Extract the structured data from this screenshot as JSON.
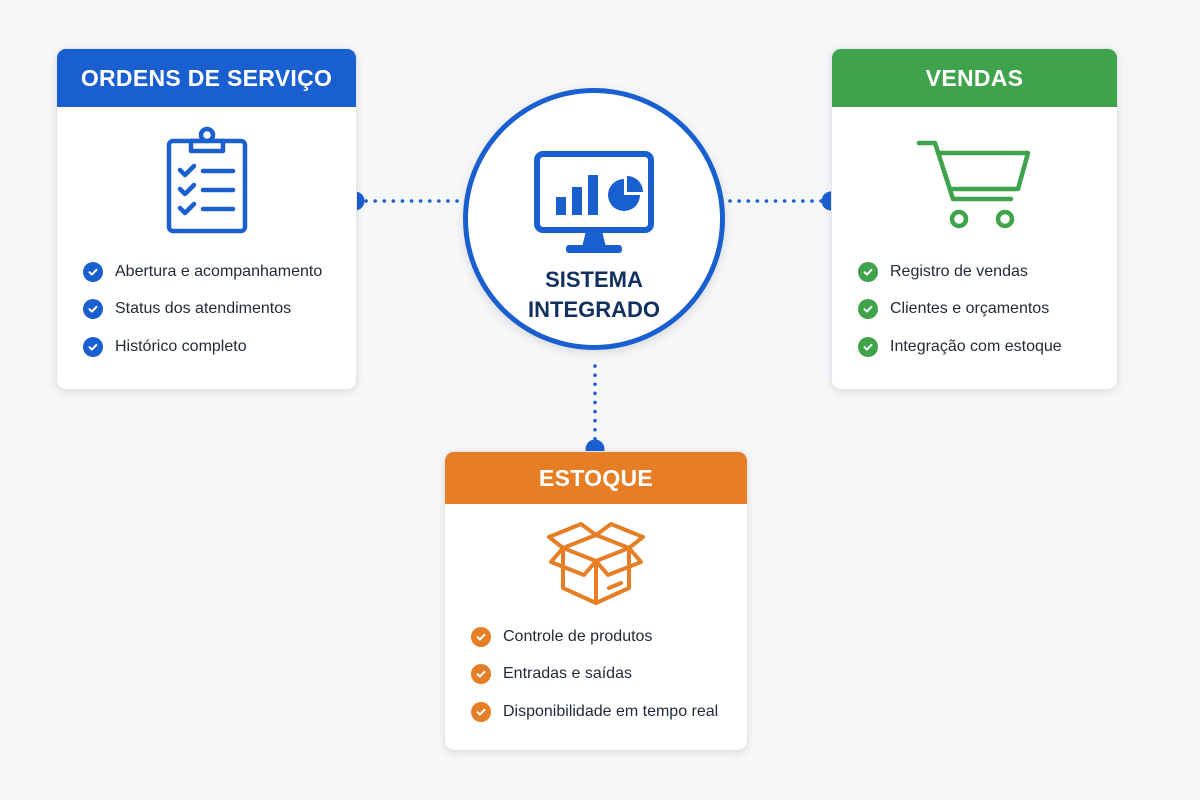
{
  "colors": {
    "blue": "#1a5fd0",
    "green": "#3ea34a",
    "orange": "#e57e25",
    "dark_text": "#12305e"
  },
  "center": {
    "icon": "monitor-chart-icon",
    "title_line1": "SISTEMA",
    "title_line2": "INTEGRADO"
  },
  "modules": {
    "ordens": {
      "title": "ORDENS DE SERVIÇO",
      "icon": "clipboard-checklist-icon",
      "items": [
        "Abertura e acompanhamento",
        "Status dos atendimentos",
        "Histórico completo"
      ]
    },
    "vendas": {
      "title": "VENDAS",
      "icon": "shopping-cart-icon",
      "items": [
        "Registro de vendas",
        "Clientes e orçamentos",
        "Integração com estoque"
      ]
    },
    "estoque": {
      "title": "ESTOQUE",
      "icon": "box-icon",
      "items": [
        "Controle de produtos",
        "Entradas e saídas",
        "Disponibilidade em tempo real"
      ]
    }
  }
}
